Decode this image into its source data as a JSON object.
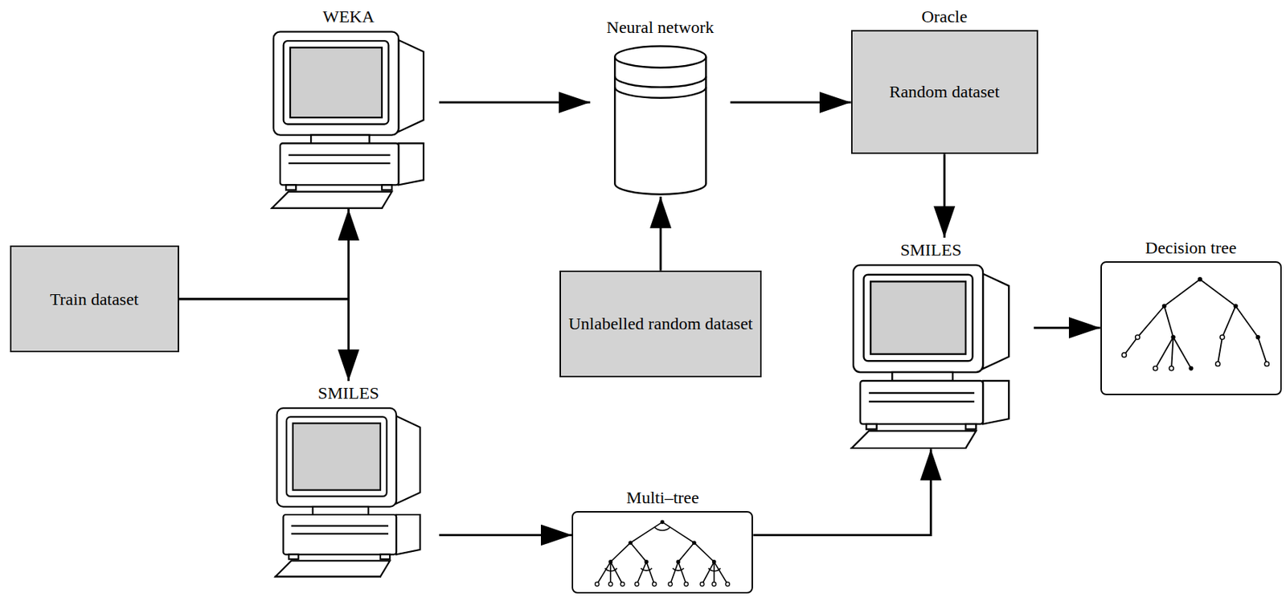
{
  "diagram": {
    "nodes": [
      {
        "text": [
          "Train dataset"
        ]
      },
      {
        "text": [
          "WEKA"
        ]
      },
      {
        "text": [
          "Neural network"
        ]
      },
      {
        "text": [
          "Oracle",
          "Random dataset"
        ]
      },
      {
        "text": [
          "Unlabelled random dataset"
        ]
      },
      {
        "text": [
          "SMILES"
        ]
      },
      {
        "text": [
          "Multi–tree"
        ]
      },
      {
        "text": [
          "SMILES"
        ]
      },
      {
        "text": [
          "Decision tree"
        ]
      }
    ],
    "edges": [
      {
        "from": 0,
        "to": 1,
        "arrow": "to"
      },
      {
        "from": 0,
        "to": 5,
        "arrow": "to"
      },
      {
        "from": 1,
        "to": 2,
        "arrow": "to"
      },
      {
        "from": 2,
        "to": 3,
        "arrow": "to"
      },
      {
        "from": 4,
        "to": 2,
        "arrow": "to"
      },
      {
        "from": 3,
        "to": 7,
        "arrow": "to"
      },
      {
        "from": 5,
        "to": 6,
        "arrow": "to"
      },
      {
        "from": 6,
        "to": 7,
        "arrow": "to"
      },
      {
        "from": 7,
        "to": 8,
        "arrow": "to"
      }
    ]
  }
}
